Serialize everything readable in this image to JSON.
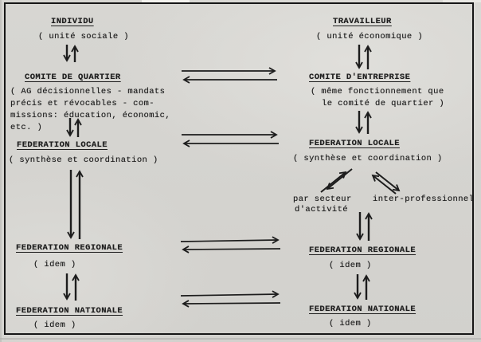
{
  "diagram": {
    "colors": {
      "ink": "#1e1e1e",
      "paper": "#d6d5d1"
    },
    "left": {
      "individu": {
        "title": "INDIVIDU",
        "subtitle": "( unité sociale )"
      },
      "comite_de_quartier": {
        "title": "COMITE DE QUARTIER",
        "desc": [
          "( AG décisionnelles - mandats",
          "précis et révocables - com-",
          "missions: éducation, économic,",
          "etc. )"
        ]
      },
      "federation_locale": {
        "title": "FEDERATION LOCALE",
        "subtitle": "( synthèse et coordination )"
      },
      "federation_regionale": {
        "title": "FEDERATION REGIONALE",
        "subtitle": "( idem )"
      },
      "federation_nationale": {
        "title": "FEDERATION NATIONALE",
        "subtitle": "( idem )"
      }
    },
    "right": {
      "travailleur": {
        "title": "TRAVAILLEUR",
        "subtitle": "( unité économique )"
      },
      "comite_d_entreprise": {
        "title": "COMITE D'ENTREPRISE",
        "desc": [
          "( même fonctionnement que",
          "le comité de quartier )"
        ]
      },
      "federation_locale": {
        "title": "FEDERATION LOCALE",
        "subtitle": "( synthèse et coordination )"
      },
      "branches": {
        "left_line1": "par secteur",
        "left_line2": "d'activité",
        "right": "inter-professionnel"
      },
      "federation_regionale": {
        "title": "FEDERATION REGIONALE",
        "subtitle": "( idem )"
      },
      "federation_nationale": {
        "title": "FEDERATION NATIONALE",
        "subtitle": "( idem )"
      }
    }
  }
}
